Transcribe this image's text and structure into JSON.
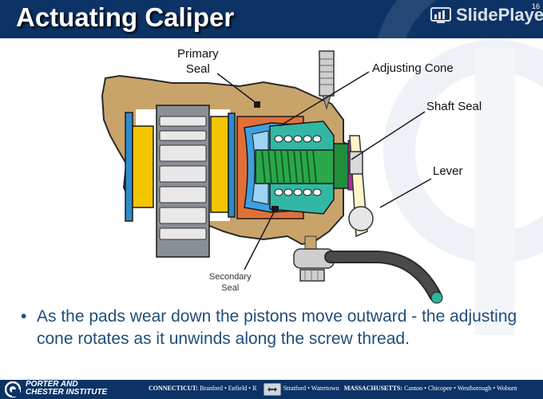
{
  "header": {
    "title": "Actuating Caliper",
    "logo_text": "SlidePlayer",
    "slide_number": "16"
  },
  "diagram": {
    "labels": {
      "primary_seal": [
        "Primary",
        "Seal"
      ],
      "adjusting_cone": "Adjusting Cone",
      "shaft_seal": "Shaft Seal",
      "lever": "Lever",
      "secondary_seal": [
        "Secondary",
        "Seal"
      ]
    }
  },
  "content": {
    "bullet": "•",
    "text": "As the pads wear down the pistons move outward - the adjusting cone rotates as it unwinds along the screw thread."
  },
  "footer": {
    "company": [
      "PORTER AND",
      "CHESTER INSTITUTE"
    ],
    "connecticut_label": "CONNECTICUT:",
    "connecticut_locations_a": "Branford • Enfield • R",
    "connecticut_locations_b": "ll • Stratford • Watertown",
    "massachusetts_label": "MASSACHUSETTS:",
    "massachusetts_locations": "Canton • Chicopee • Westborough • Woburn",
    "control_icon": "resize-icon"
  },
  "colors": {
    "header_bg": "#0d3366",
    "bullet_text": "#1f4e79",
    "housing": "#c9a46a",
    "pad_yellow": "#f5c400",
    "piston_orange": "#e0703a",
    "cone_blue": "#3ea0e0",
    "screw_green": "#2aa84a"
  }
}
